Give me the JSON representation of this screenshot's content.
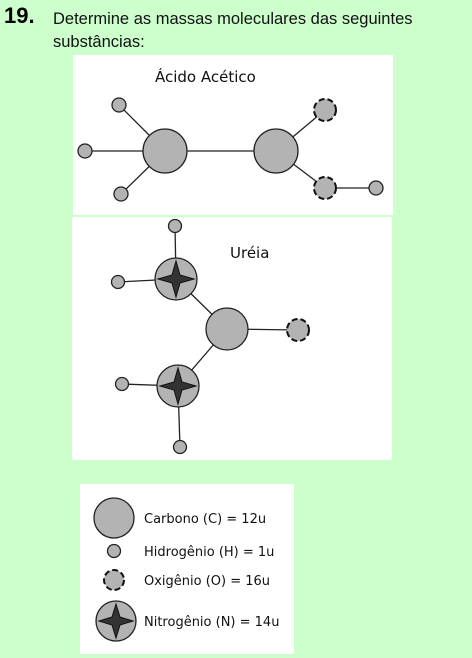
{
  "question": {
    "number": "19.",
    "text": "Determine as massas moleculares das seguintes substâncias:"
  },
  "molecules": [
    {
      "name": "Ácido Acético"
    },
    {
      "name": "Uréia"
    }
  ],
  "legend": [
    {
      "atom": "carbono",
      "label": "Carbono (C) = 12u"
    },
    {
      "atom": "hidrogenio",
      "label": "Hidrogênio (H) = 1u"
    },
    {
      "atom": "oxigenio",
      "label": "Oxigênio (O) = 16u"
    },
    {
      "atom": "nitrogenio",
      "label": "Nitrogênio (N) = 14u"
    }
  ],
  "colors": {
    "background": "#ccffcc",
    "atom_fill": "#b3b3b3",
    "star_fill": "#333333"
  }
}
